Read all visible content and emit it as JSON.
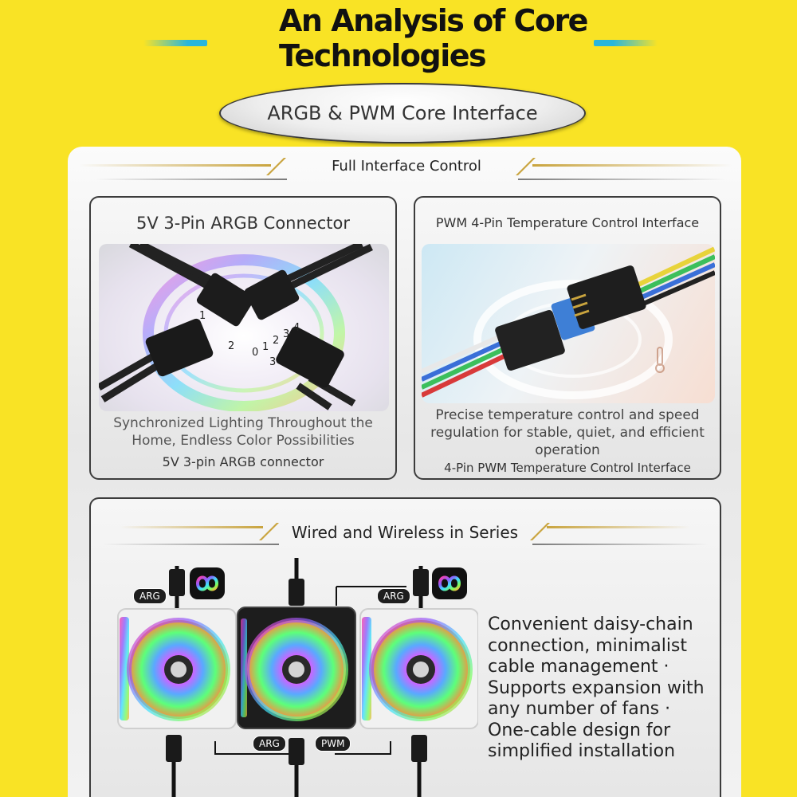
{
  "header": {
    "title_line1": "An Analysis of Core",
    "title_line2": "Technologies",
    "subtitle": "ARGB & PWM Core Interface"
  },
  "panel": {
    "section_title": "Full Interface Control",
    "argb_card": {
      "title": "5V 3-Pin ARGB Connector",
      "pin_labels": [
        "1",
        "2",
        "0",
        "1",
        "2",
        "3",
        "4",
        "3"
      ],
      "desc_line1": "Synchronized Lighting Throughout the",
      "desc_line2": "Home, Endless Color Possibilities",
      "caption": "5V 3-pin ARGB connector"
    },
    "pwm_card": {
      "title": "PWM 4-Pin Temperature Control Interface",
      "desc_line1": "Precise temperature control and speed",
      "desc_line2": "regulation for stable, quiet, and efficient",
      "desc_line3": "operation",
      "caption": "4-Pin PWM Temperature Control Interface"
    }
  },
  "series": {
    "section_title": "Wired and Wireless in Series",
    "badges": {
      "arg_left": "ARG",
      "arg_right": "ARG",
      "arg_bottom": "ARG",
      "pwm_bottom": "PWM"
    },
    "text_lines": [
      "Convenient daisy-chain",
      "connection, minimalist",
      "cable management ·",
      "Supports expansion with",
      "any number of fans ·",
      "One-cable design for",
      "simplified installation"
    ]
  },
  "colors": {
    "background": "#f9e325",
    "accent_blue": "#29b6dc",
    "gold_line": "#c9a43e",
    "panel": "#efefef"
  }
}
